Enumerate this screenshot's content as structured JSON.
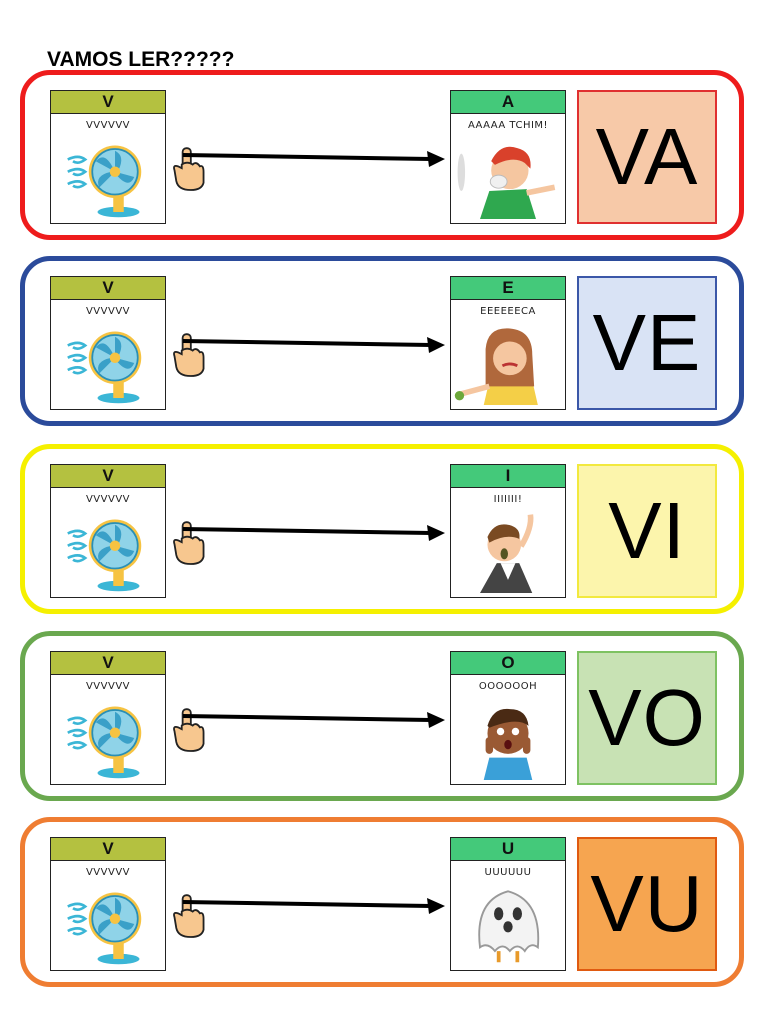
{
  "title": "VAMOS LER?????",
  "rows": [
    {
      "border_color": "#ee1c1c",
      "left_card": {
        "letter": "V",
        "sound": "VVVVVV",
        "image": "fan-icon",
        "header_color": "#b4c140"
      },
      "right_card": {
        "letter": "A",
        "sound": "AAAAA TCHIM!",
        "image": "sneezing-boy-icon",
        "header_color": "#44c97a"
      },
      "syllable": {
        "text": "VA",
        "bg": "#f7c9a8",
        "border": "#e03030"
      }
    },
    {
      "border_color": "#2b4b9b",
      "left_card": {
        "letter": "V",
        "sound": "VVVVVV",
        "image": "fan-icon",
        "header_color": "#b4c140"
      },
      "right_card": {
        "letter": "E",
        "sound": "EEEEEECA",
        "image": "disgusted-girl-icon",
        "header_color": "#44c97a"
      },
      "syllable": {
        "text": "VE",
        "bg": "#d9e3f5",
        "border": "#3b57a8"
      }
    },
    {
      "border_color": "#f5f000",
      "left_card": {
        "letter": "V",
        "sound": "VVVVVV",
        "image": "fan-icon",
        "header_color": "#b4c140"
      },
      "right_card": {
        "letter": "I",
        "sound": "IIIIIII!",
        "image": "scared-man-icon",
        "header_color": "#44c97a"
      },
      "syllable": {
        "text": "VI",
        "bg": "#fcf5ac",
        "border": "#f2e93e"
      }
    },
    {
      "border_color": "#6aa84f",
      "left_card": {
        "letter": "V",
        "sound": "VVVVVV",
        "image": "fan-icon",
        "header_color": "#b4c140"
      },
      "right_card": {
        "letter": "O",
        "sound": "OOOOOOH",
        "image": "surprised-boy-icon",
        "header_color": "#44c97a"
      },
      "syllable": {
        "text": "VO",
        "bg": "#c8e2b4",
        "border": "#7ec262"
      }
    },
    {
      "border_color": "#ef7d32",
      "left_card": {
        "letter": "V",
        "sound": "VVVVVV",
        "image": "fan-icon",
        "header_color": "#b4c140"
      },
      "right_card": {
        "letter": "U",
        "sound": "UUUUUU",
        "image": "ghost-icon",
        "header_color": "#44c97a"
      },
      "syllable": {
        "text": "VU",
        "bg": "#f6a550",
        "border": "#e05a10"
      }
    }
  ]
}
